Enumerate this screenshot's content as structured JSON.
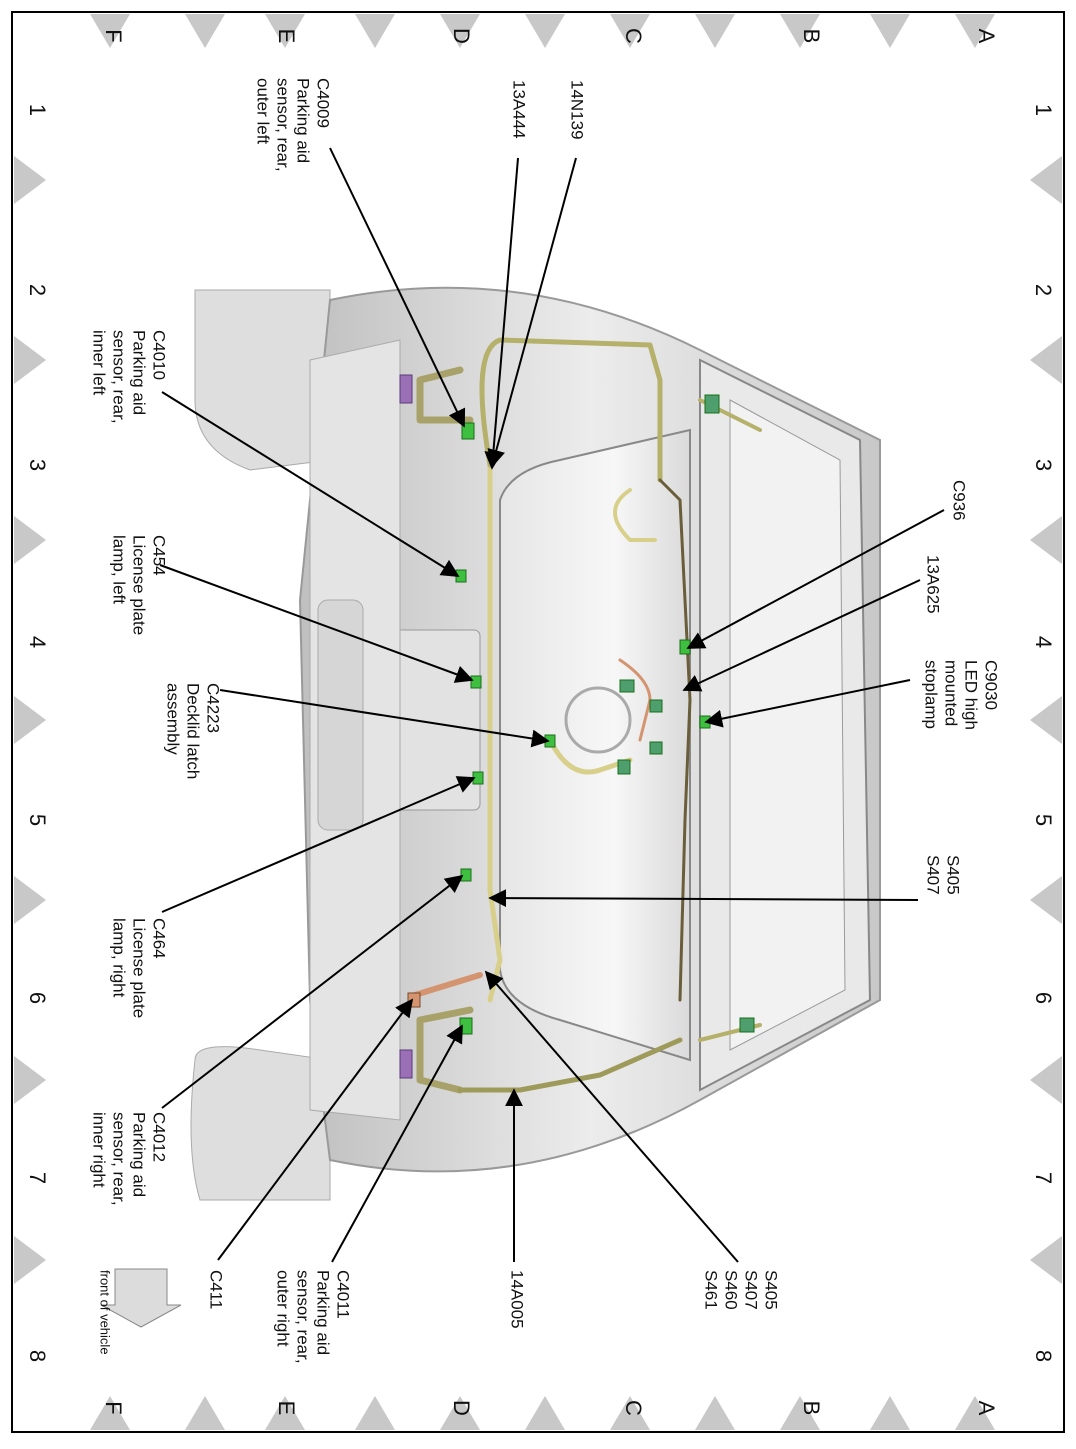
{
  "border": {
    "rows_top": [
      "A",
      "B",
      "C",
      "D",
      "E",
      "F"
    ],
    "rows_bottom": [
      "A",
      "B",
      "C",
      "D",
      "E",
      "F"
    ],
    "cols_right": [
      "1",
      "2",
      "3",
      "4",
      "5",
      "6",
      "7",
      "8"
    ],
    "cols_left": [
      "1",
      "2",
      "3",
      "4",
      "5",
      "6",
      "7",
      "8"
    ]
  },
  "labels": {
    "c4009": [
      "C4009",
      "Parking aid",
      "sensor, rear,",
      "outer left"
    ],
    "n13a444": [
      "13A444"
    ],
    "n14n139": [
      "14N139"
    ],
    "c4010": [
      "C4010",
      "Parking aid",
      "sensor, rear,",
      "inner left"
    ],
    "c936": [
      "C936"
    ],
    "n13a625": [
      "13A625"
    ],
    "c454": [
      "C454",
      "License plate",
      "lamp, left"
    ],
    "c9030": [
      "C9030",
      "LED high",
      "mounted",
      "stoplamp"
    ],
    "c4223": [
      "C4223",
      "Decklid latch",
      "assembly"
    ],
    "s405a": [
      "S405",
      "S407"
    ],
    "c464": [
      "C464",
      "License plate",
      "lamp, right"
    ],
    "c4012": [
      "C4012",
      "Parking aid",
      "sensor, rear,",
      "inner right"
    ],
    "s405b": [
      "S405",
      "S407",
      "S460",
      "S461"
    ],
    "n14a005": [
      "14A005"
    ],
    "c4011": [
      "C4011",
      "Parking aid",
      "sensor, rear,",
      "outer right"
    ],
    "c411": [
      "C411"
    ],
    "front": [
      "front of vehicle"
    ]
  }
}
